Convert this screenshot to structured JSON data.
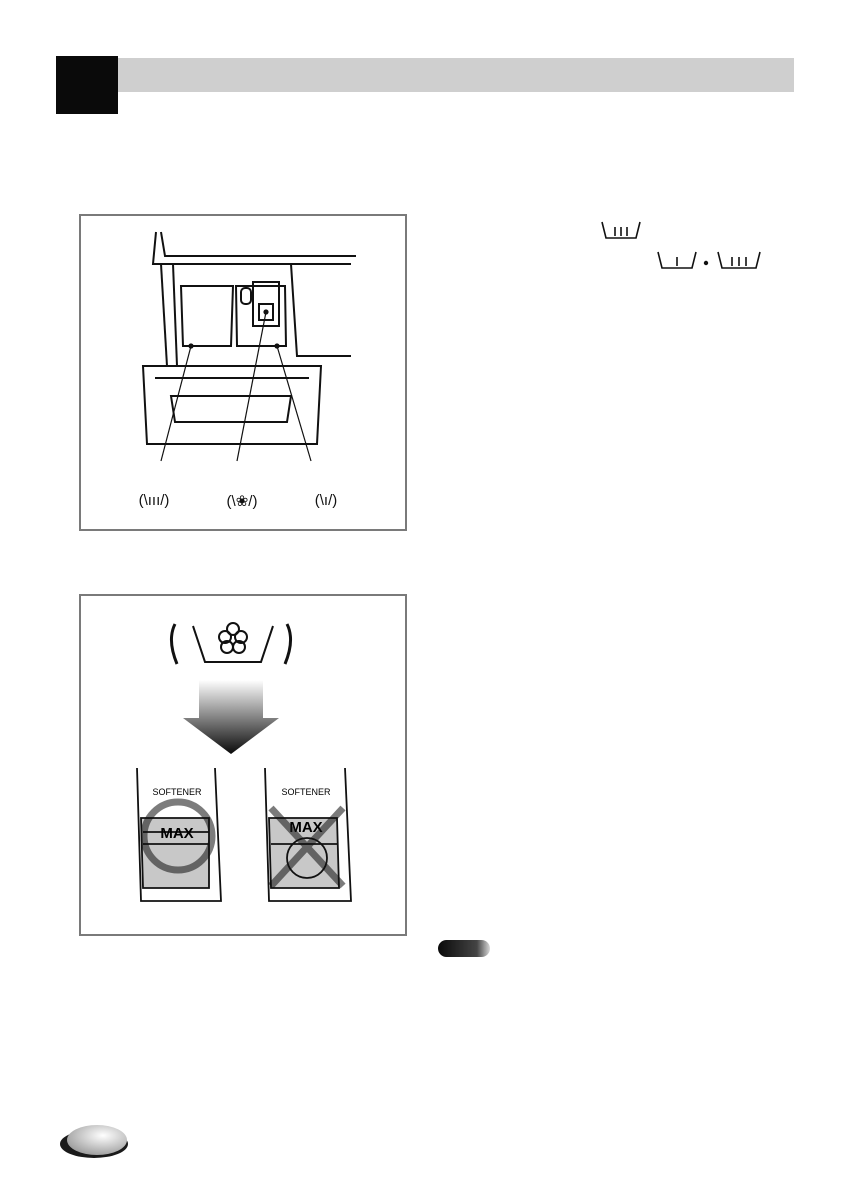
{
  "dispenser_figure": {
    "compartment_labels": [
      "(\\ııı/)",
      "(\\❀/)",
      "(\\ı/)"
    ],
    "icons": [
      "main-wash-icon",
      "softener-icon",
      "prewash-icon"
    ]
  },
  "softener_figure": {
    "icon": "softener-icon",
    "panel_label": "SOFTENER",
    "max_label": "MAX",
    "correct_mark": "circle-ok-icon",
    "wrong_mark": "cross-wrong-icon"
  },
  "colors": {
    "header_bar": "#cfcfcf",
    "section_block": "#0a0a0a",
    "frame_border": "#7a7a7a",
    "panel_fill": "#c8c8c8"
  }
}
